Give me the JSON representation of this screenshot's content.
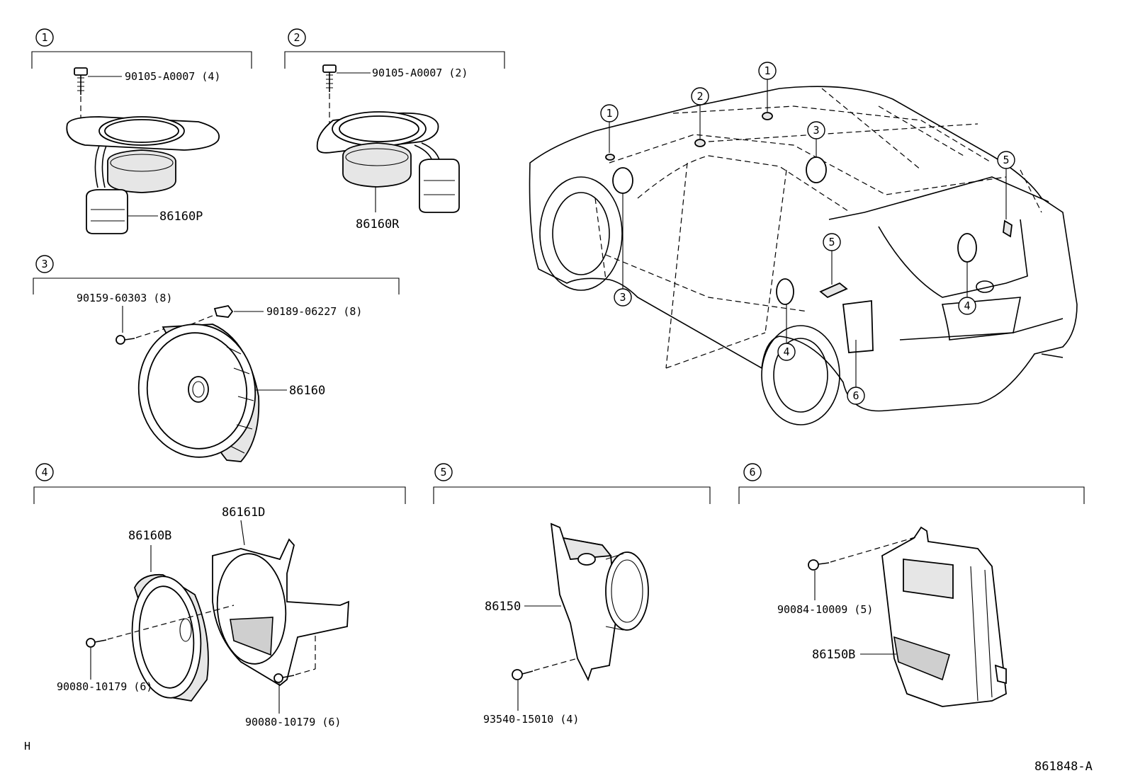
{
  "sections": [
    {
      "num": "1",
      "labels": {
        "screw": "90105-A0007 (4)",
        "part": "86160P"
      }
    },
    {
      "num": "2",
      "labels": {
        "screw": "90105-A0007 (2)",
        "part": "86160R"
      }
    },
    {
      "num": "3",
      "labels": {
        "screw": "90159-60303 (8)",
        "clip": "90189-06227 (8)",
        "part": "86160"
      }
    },
    {
      "num": "4",
      "labels": {
        "speaker": "86160B",
        "bracket": "86161D",
        "screw_a": "90080-10179 (6)",
        "screw_b": "90080-10179 (6)"
      }
    },
    {
      "num": "5",
      "labels": {
        "part": "86150",
        "screw": "93540-15010 (4)"
      }
    },
    {
      "num": "6",
      "labels": {
        "screw": "90084-10009 (5)",
        "part": "86150B"
      }
    }
  ],
  "vehicle_callouts": [
    "1",
    "2",
    "1",
    "3",
    "5",
    "3",
    "5",
    "4",
    "4",
    "6"
  ],
  "footer": {
    "left": "H",
    "right": "861848-A"
  }
}
